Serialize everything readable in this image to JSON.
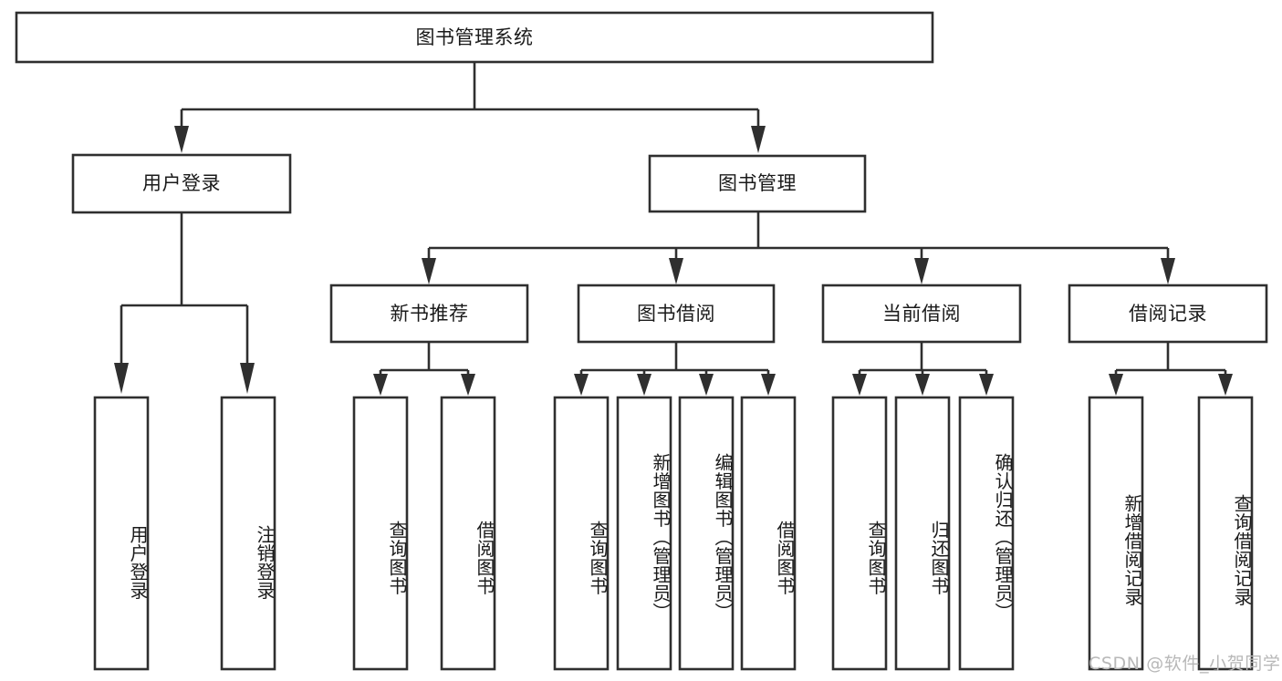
{
  "diagram": {
    "title": "图书管理系统",
    "type": "tree",
    "orientation": "top-down",
    "background_color": "#ffffff",
    "stroke_color": "#2f2f2f",
    "text_color": "#1a1a1a"
  },
  "nodes": {
    "root": {
      "label": "图书管理系统",
      "level": 0,
      "text_direction": "horizontal"
    },
    "level1": [
      {
        "id": "user-login",
        "label": "用户登录",
        "text_direction": "horizontal"
      },
      {
        "id": "book-manage",
        "label": "图书管理",
        "text_direction": "horizontal"
      }
    ],
    "level2": [
      {
        "id": "new-book-recommend",
        "label": "新书推荐",
        "parent": "book-manage",
        "text_direction": "horizontal"
      },
      {
        "id": "book-borrow",
        "label": "图书借阅",
        "parent": "book-manage",
        "text_direction": "horizontal"
      },
      {
        "id": "current-borrow",
        "label": "当前借阅",
        "parent": "book-manage",
        "text_direction": "horizontal"
      },
      {
        "id": "borrow-record",
        "label": "借阅记录",
        "parent": "book-manage",
        "text_direction": "horizontal"
      }
    ],
    "leaves": [
      {
        "id": "leaf-user-login",
        "label": "用户登录",
        "parent": "user-login",
        "text_direction": "vertical"
      },
      {
        "id": "leaf-logout-login",
        "label": "注销登录",
        "parent": "user-login",
        "text_direction": "vertical"
      },
      {
        "id": "leaf-query-book-1",
        "label": "查询图书",
        "parent": "new-book-recommend",
        "text_direction": "vertical"
      },
      {
        "id": "leaf-borrow-book-1",
        "label": "借阅图书",
        "parent": "new-book-recommend",
        "text_direction": "vertical"
      },
      {
        "id": "leaf-query-book-2",
        "label": "查询图书",
        "parent": "book-borrow",
        "text_direction": "vertical"
      },
      {
        "id": "leaf-add-book",
        "label": "新增图书（管理员）",
        "parent": "book-borrow",
        "text_direction": "vertical"
      },
      {
        "id": "leaf-edit-book",
        "label": "编辑图书（管理员）",
        "parent": "book-borrow",
        "text_direction": "vertical"
      },
      {
        "id": "leaf-borrow-book-2",
        "label": "借阅图书",
        "parent": "book-borrow",
        "text_direction": "vertical"
      },
      {
        "id": "leaf-query-book-3",
        "label": "查询图书",
        "parent": "current-borrow",
        "text_direction": "vertical"
      },
      {
        "id": "leaf-return-book",
        "label": "归还图书",
        "parent": "current-borrow",
        "text_direction": "vertical"
      },
      {
        "id": "leaf-confirm-return",
        "label": "确认归还（管理员）",
        "parent": "current-borrow",
        "text_direction": "vertical"
      },
      {
        "id": "leaf-add-record",
        "label": "新增借阅记录",
        "parent": "borrow-record",
        "text_direction": "vertical"
      },
      {
        "id": "leaf-query-record",
        "label": "查询借阅记录",
        "parent": "borrow-record",
        "text_direction": "vertical"
      }
    ]
  },
  "watermark": {
    "text": "CSDN @软件_小贺同学",
    "color": "#b8b8b8"
  }
}
